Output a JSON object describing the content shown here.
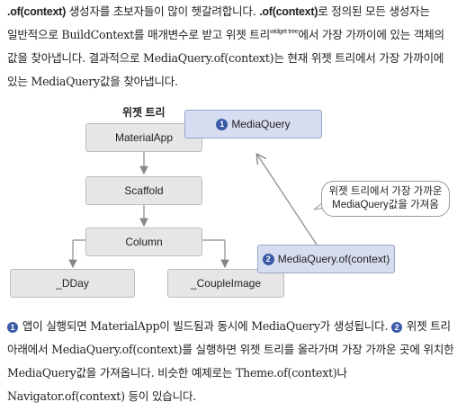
{
  "intro": {
    "code1": ".of(context)",
    "t1": " 생성자를 초보자들이 많이 헷갈려합니다. ",
    "code2": ".of(context)",
    "t2": "로 정의된 모든 생성자는 일반적으로 BuildContext를 매개변수로 받고 위젯 트리",
    "sup": "widget tree",
    "t3": "에서 가장 가까이에 있는 객체의 값을 찾아냅니다. 결과적으로 MediaQuery.of(context)는 현재 위젯 트리에서 가장 가까이에 있는 MediaQuery값을 찾아냅니다."
  },
  "diagram": {
    "title": "위젯 트리",
    "nodes": {
      "material_app": "MaterialApp",
      "scaffold": "Scaffold",
      "column": "Column",
      "dday": "_DDay",
      "couple_image": "_CoupleImage",
      "media_query": "MediaQuery",
      "media_query_of": "MediaQuery.of(context)"
    },
    "markers": {
      "one": "1",
      "two": "2"
    },
    "bubble": {
      "line1": "위젯 트리에서 가장 가까운",
      "line2": "MediaQuery값을 가져옴"
    }
  },
  "explanation": {
    "t1": "앱이 실행되면 MaterialApp이 빌드됨과 동시에 MediaQuery가 생성됩니다. ",
    "t2": "위젯 트리 아래에서 MediaQuery.of(context)를 실행하면 위젯 트리를 올라가며 가장 가까운 곳에 위치한 MediaQuery값을 가져옵니다. 비슷한 예제로는 Theme.of(context)나 Navigator.of(context) 등이 있습니다."
  },
  "colors": {
    "gray_box": "#e6e6e6",
    "blue_box": "#d7ddf0",
    "marker": "#3a5aa8"
  }
}
